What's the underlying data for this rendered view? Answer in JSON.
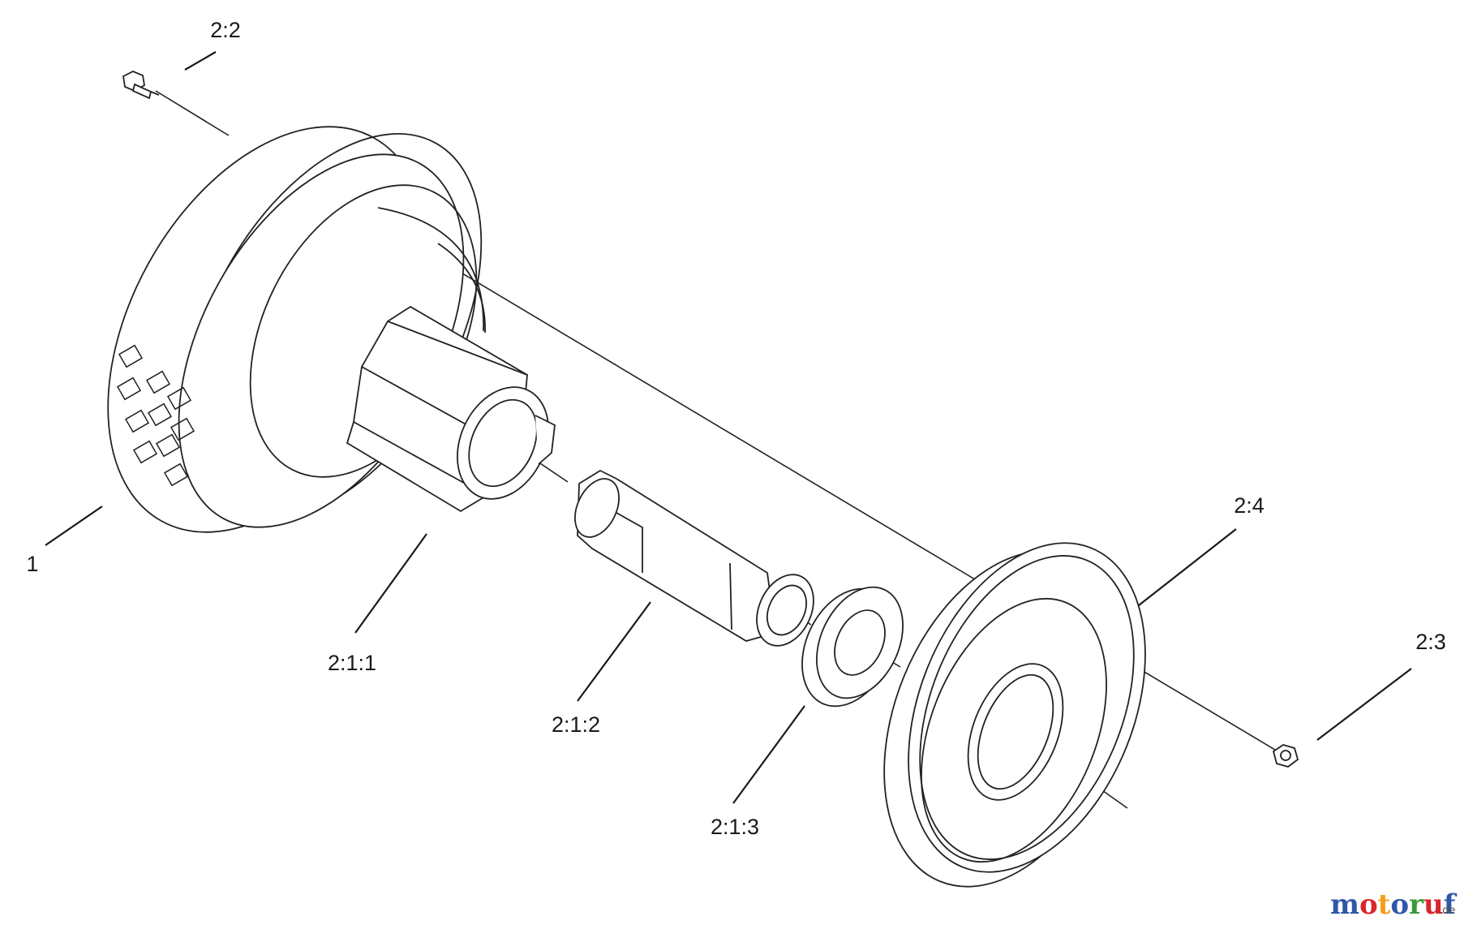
{
  "callouts": {
    "tire": "1",
    "bolt": "2:2",
    "hub": "2:1:1",
    "sleeve": "2:1:2",
    "washer": "2:1:3",
    "rim": "2:4",
    "nut": "2:3"
  },
  "watermark": {
    "letters": [
      {
        "ch": "m",
        "color": "#2f57a8"
      },
      {
        "ch": "o",
        "color": "#d9262c"
      },
      {
        "ch": "t",
        "color": "#f2a01c"
      },
      {
        "ch": "o",
        "color": "#2f57a8"
      },
      {
        "ch": "r",
        "color": "#3a9a3a"
      },
      {
        "ch": "u",
        "color": "#d9262c"
      },
      {
        "ch": "f",
        "color": "#2f57a8"
      }
    ],
    "suffix": ".de"
  }
}
